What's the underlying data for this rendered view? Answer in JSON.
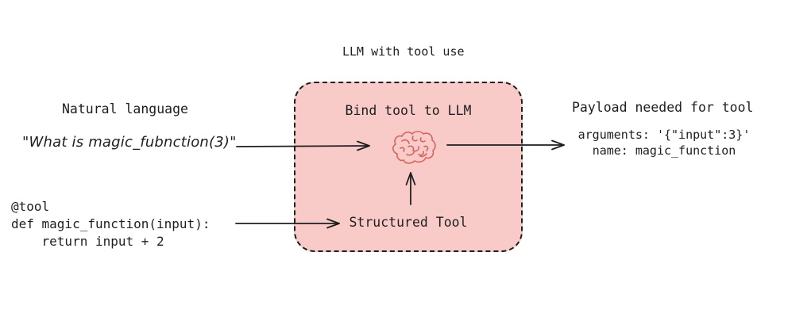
{
  "title": "LLM with tool use",
  "left_panel": {
    "heading": "Natural language",
    "quote": "\"What is magic_fubnction(3)\"",
    "code_lines": [
      "@tool",
      "def magic_function(input):",
      "    return input + 2"
    ]
  },
  "center_box": {
    "heading": "Bind tool to LLM",
    "label": "Structured Tool",
    "icon": "brain-icon",
    "fill_color": "#f8cbc8",
    "border_color": "#1e1e1e",
    "brain_color": "#d9625e"
  },
  "right_panel": {
    "heading": "Payload needed for tool",
    "payload_lines": [
      "arguments: '{\"input\":3}'",
      "name: magic_function"
    ]
  },
  "colors": {
    "text": "#1e1e1e",
    "arrow": "#1e1e1e",
    "background": "#ffffff"
  }
}
